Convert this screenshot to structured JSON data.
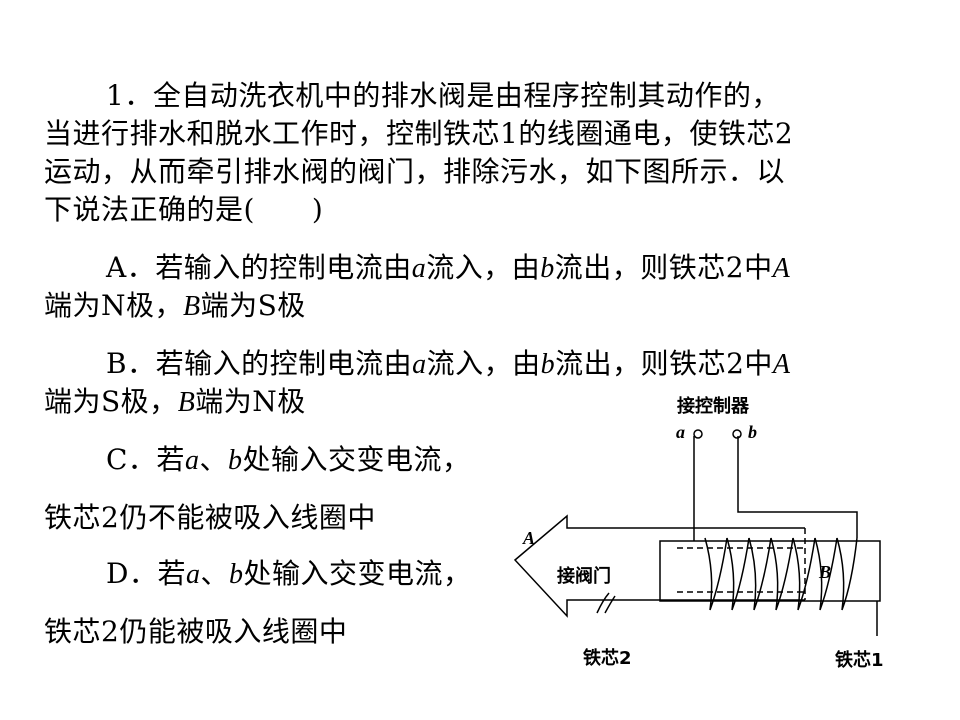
{
  "question": {
    "line1": "1．全自动洗衣机中的排水阀是由程序控制其动作的，",
    "line2": "当进行排水和脱水工作时，控制铁芯1的线圈通电，使铁芯2",
    "line3": "运动，从而牵引排水阀的阀门，排除污水，如下图所示．以",
    "line4": "下说法正确的是(　　)"
  },
  "options": {
    "A": {
      "p1": "A．若输入的控制电流由",
      "v1": "a",
      "p2": "流入，由",
      "v2": "b",
      "p3": "流出，则铁芯2中",
      "v3": "A",
      "q1": "端为N极，",
      "v4": "B",
      "q2": "端为S极"
    },
    "B": {
      "p1": "B．若输入的控制电流由",
      "v1": "a",
      "p2": "流入，由",
      "v2": "b",
      "p3": "流出，则铁芯2中",
      "v3": "A",
      "q1": "端为S极，",
      "v4": "B",
      "q2": "端为N极"
    },
    "C": {
      "p1": "C．若",
      "v1": "a",
      "p2": "、",
      "v2": "b",
      "p3": "处输入交变电流，",
      "line2": "铁芯2仍不能被吸入线圈中"
    },
    "D": {
      "p1": "D．若",
      "v1": "a",
      "p2": "、",
      "v2": "b",
      "p3": "处输入交变电流，",
      "line2": "铁芯2仍能被吸入线圈中"
    }
  },
  "diagram": {
    "controller_label": "接控制器",
    "terminal_a": "a",
    "terminal_b": "b",
    "end_A": "A",
    "end_B": "B",
    "valve_label": "接阀门",
    "core2_label": "铁芯2",
    "core1_label": "铁芯1"
  }
}
